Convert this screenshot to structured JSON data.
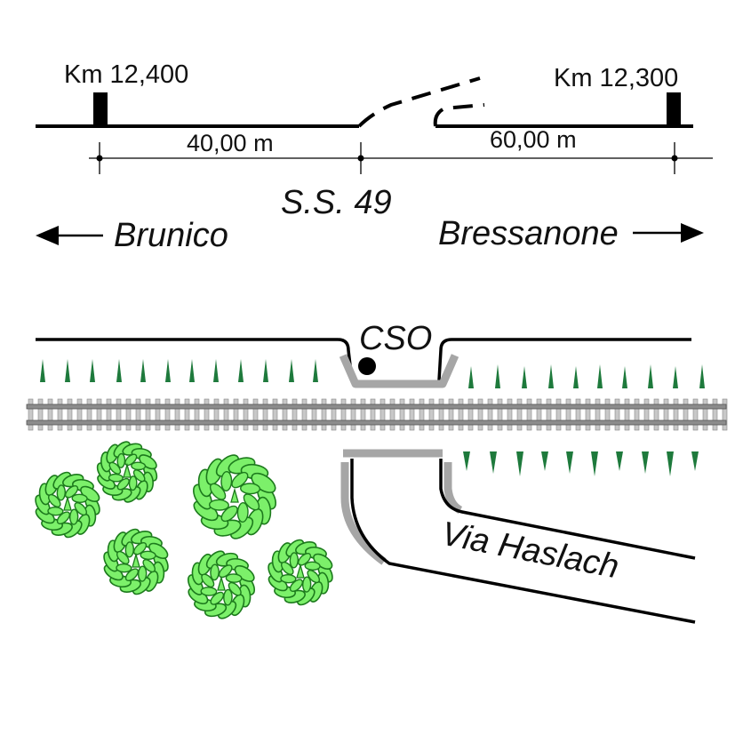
{
  "labels": {
    "km_left": "Km 12,400",
    "km_right": "Km 12,300",
    "dist_left": "40,00 m",
    "dist_right": "60,00 m",
    "road": "S.S. 49",
    "dir_left": "Brunico",
    "dir_right": "Bressanone",
    "crossing": "CSO",
    "street": "Via Haslach"
  },
  "colors": {
    "line": "#000000",
    "road_edge": "#a6a6a6",
    "rail": "#8c8c8c",
    "sleeper": "#c8c8c8",
    "grass": "#1e7a3c",
    "bush_dark": "#1c7a1c",
    "bush_light": "#7cf06a"
  }
}
